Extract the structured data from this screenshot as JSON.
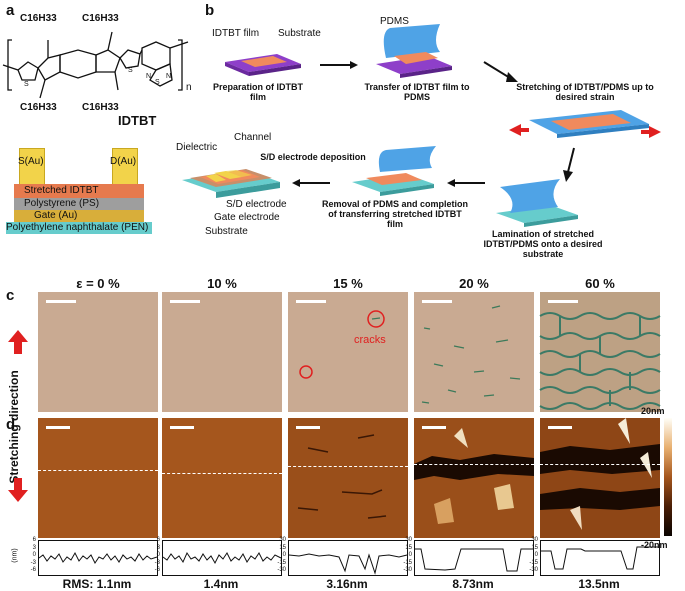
{
  "panels": {
    "a": "a",
    "b": "b",
    "c": "c",
    "d": "d"
  },
  "panel_a": {
    "side_chain": "C16H33",
    "repeat_n": "n",
    "molecule_name": "IDTBT"
  },
  "panel_b": {
    "step1": {
      "title": "Preparation of IDTBT film",
      "label_film": "IDTBT film",
      "label_substrate": "Substrate"
    },
    "step2": {
      "title": "Transfer of IDTBT film to PDMS",
      "label": "PDMS"
    },
    "step3": {
      "title": "Stretching of IDTBT/PDMS up to desired strain"
    },
    "step4": {
      "title": "Lamination of stretched IDTBT/PDMS onto a desired substrate"
    },
    "step5": {
      "title": "Removal of PDMS and completion of transferring stretched IDTBT film"
    },
    "step6": {
      "title": "S/D electrode deposition",
      "labels": [
        "Dielectric",
        "Channel",
        "S/D electrode",
        "Gate electrode",
        "Substrate"
      ]
    },
    "device": {
      "layers": [
        "S(Au)",
        "D(Au)",
        "Stretched IDTBT",
        "Polystyrene (PS)",
        "Gate (Au)",
        "Polyethylene naphthalate (PEN)"
      ]
    }
  },
  "panel_c": {
    "strains": [
      "ε = 0 %",
      "10 %",
      "15 %",
      "20 %",
      "60 %"
    ],
    "crack_label": "cracks",
    "direction_label": "Stretching direction"
  },
  "panel_d": {
    "colorbar_max": "20nm",
    "colorbar_min": "-20nm",
    "profile_unit": "(nm)",
    "rms": [
      "RMS: 1.1nm",
      "1.4nm",
      "3.16nm",
      "8.73nm",
      "13.5nm"
    ],
    "profile_ticks": [
      [
        "6",
        "3",
        "0",
        "-3",
        "-6"
      ],
      [
        "6",
        "3",
        "0",
        "-3",
        "-6"
      ],
      [
        "30",
        "15",
        "0",
        "-15",
        "-30"
      ],
      [
        "30",
        "15",
        "0",
        "-15",
        "-30"
      ],
      [
        "30",
        "15",
        "0",
        "-15",
        "-30"
      ]
    ]
  },
  "colors": {
    "pdms": "#4fa3e6",
    "film": "#f08a5d",
    "substrate": "#8e3fc9",
    "pen": "#66cccc",
    "gold": "#f2d34a",
    "arrow": "#e02020"
  }
}
